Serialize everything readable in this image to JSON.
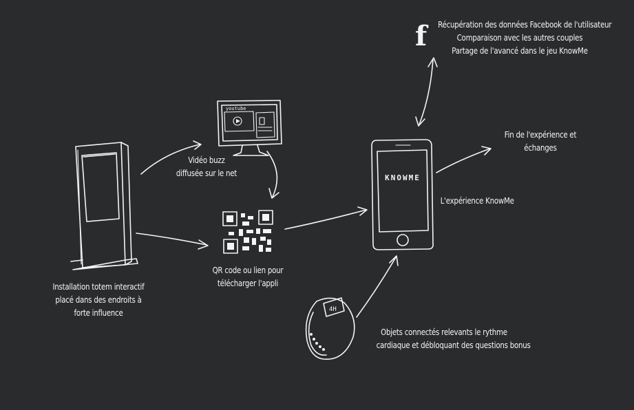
{
  "nodes": {
    "totem": {
      "lines": [
        "Installation totem interactif",
        "placé dans des endroits à",
        "forte influence"
      ]
    },
    "video": {
      "lines": [
        "Vidéo buzz",
        "diffusée sur le net"
      ],
      "screen_text": "youtube"
    },
    "qr": {
      "lines": [
        "QR code ou lien pour",
        "télécharger l'appli"
      ]
    },
    "phone": {
      "label": "L'expérience KnowMe",
      "screen_text": "KNOWME"
    },
    "facebook": {
      "icon": "f",
      "lines": [
        "Récupération des données Facebook de l'utilisateur",
        "Comparaison avec les autres couples",
        "Partage de l'avancé dans le jeu KnowMe"
      ]
    },
    "end": {
      "lines": [
        "Fin de l'expérience et",
        "échanges"
      ]
    },
    "band": {
      "lines": [
        "Objets connectés relevants le rythme",
        "cardiaque et débloquant des questions bonus"
      ],
      "display_text": "4H"
    }
  },
  "colors": {
    "background": "#2a2b2d",
    "ink": "#f4f4f4"
  }
}
